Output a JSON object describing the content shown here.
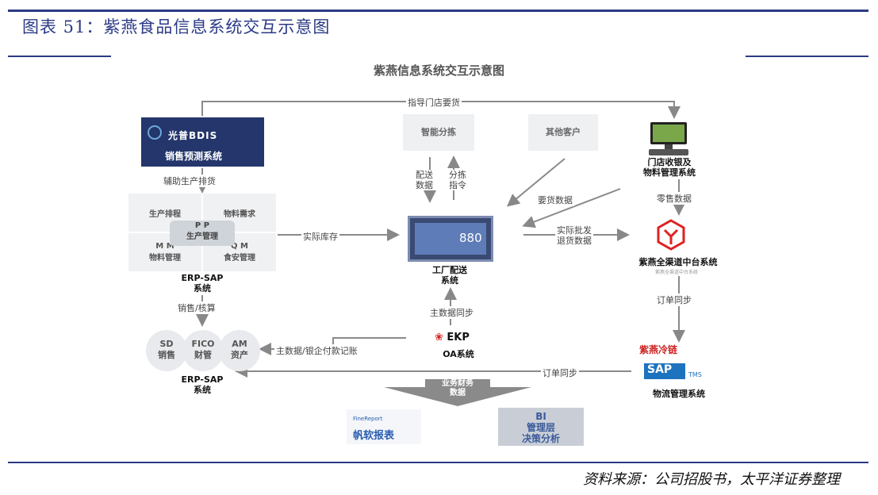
{
  "header": {
    "title": "图表 51：紫燕食品信息系统交互示意图",
    "source": "资料来源：公司招股书，太平洋证券整理"
  },
  "diagram": {
    "title": "紫燕信息系统交互示意图",
    "top_flow_label": "指导门店要货",
    "guandian": {
      "logo": "光普BDIS",
      "name": "销售预测系统"
    },
    "assist_label": "辅助生产排货",
    "erp_pp": {
      "tl": "生产排程",
      "tr": "物料需求",
      "center_code": "P P",
      "center_name": "生产管理",
      "bl_code": "M M",
      "bl_name": "物料管理",
      "br_code": "Q M",
      "br_name": "食安管理",
      "label": "ERP-SAP\n系统"
    },
    "stock_label": "实际库存",
    "sales_label": "销售/核算",
    "erp_fi": {
      "sd_code": "SD",
      "sd_name": "销售",
      "fico_code": "FICO",
      "fico_name": "财管",
      "am_code": "AM",
      "am_name": "资产",
      "label": "ERP-SAP\n系统"
    },
    "smart_sort": "智能分拣",
    "other_customer": "其他客户",
    "deliver_data": "配送\n数据",
    "sort_cmd": "分拣\n指令",
    "order_data": "要货数据",
    "factory": {
      "screen_value": "880",
      "label": "工厂配送\n系统"
    },
    "wholesale_label": "实际批发\n退货数据",
    "store_pos": "门店收银及\n物料管理系统",
    "retail_data": "零售数据",
    "midplatform": {
      "label": "紫燕全渠道中台系统",
      "sub": "紫燕全渠道中台系统"
    },
    "order_sync_1": "订单同步",
    "master_sync": "主数据同步",
    "oa": {
      "logo": "EKP",
      "label": "OA系统"
    },
    "master_bank": "主数据/银企付款记账",
    "order_sync_2": "订单同步",
    "logistics": {
      "zy": "紫燕冷链",
      "sap": "SAP",
      "tms": "TMS",
      "label": "物流管理系统"
    },
    "biz_fin": "业务财务\n数据",
    "fanruan": {
      "small": "FineReport",
      "name": "帆软报表"
    },
    "bi": {
      "l1": "BI",
      "l2": "管理层",
      "l3": "决策分析"
    }
  },
  "colors": {
    "accent": "#2b3a86",
    "arrow": "#888888",
    "red": "#d22222",
    "sap_blue": "#1e73be"
  }
}
